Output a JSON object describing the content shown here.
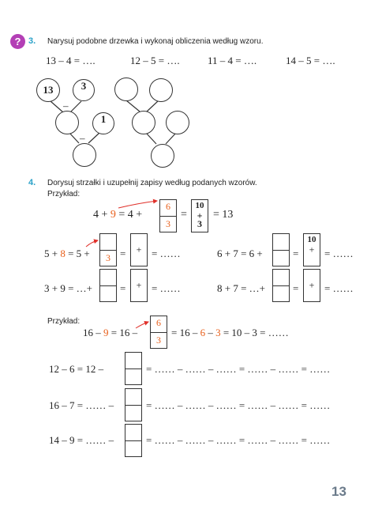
{
  "ex3": {
    "badge": "?",
    "number": "3.",
    "instruction": "Narysuj podobne drzewka i wykonaj obliczenia według wzoru.",
    "equations": [
      "13 – 4 = ….",
      "12 – 5 = ….",
      "11 – 4 = ….",
      "14 – 5 = …."
    ],
    "tree": {
      "top_left": "13",
      "top_right": "3",
      "side": "1",
      "minus1": "–",
      "minus2": "–"
    }
  },
  "ex4": {
    "number": "4.",
    "instruction": "Dorysuj strzałki i uzupełnij zapisy według podanych wzorów.",
    "example1_label": "Przykład:",
    "example1": {
      "left": "4 + ",
      "left_orange": "9",
      "eq": " = 4 + ",
      "box_top": "6",
      "box_bottom": "3",
      "eq2": "=",
      "box2_top": "10",
      "box2_mid": "+",
      "box2_bottom": "3",
      "result": "= 13"
    },
    "row1a": {
      "left": "5 + ",
      "orange": "8",
      "eq": " = 5 +",
      "box_bottom": "3",
      "eq2": "=",
      "plus": "+",
      "tail": "= ……"
    },
    "row1b": {
      "left": "6 + 7 = 6 +",
      "eq2": "=",
      "box_top": "10",
      "plus": "+",
      "tail": "= ……"
    },
    "row2a": {
      "left": "3 + 9 = …+",
      "eq2": "=",
      "plus": "+",
      "tail": "= ……"
    },
    "row2b": {
      "left": "8 + 7 = …+",
      "eq2": "=",
      "plus": "+",
      "tail": "= ……"
    },
    "example2_label": "Przykład:",
    "example2": {
      "left": "16 – ",
      "orange": "9",
      "eq": " = 16 –",
      "box_top": "6",
      "box_bottom": "3",
      "rest1": "= 16 – ",
      "o1": "6",
      "m": " – ",
      "o2": "3",
      "rest2": " = 10 – 3 = ……"
    },
    "row3": {
      "left": "12 – 6 =  12  –",
      "tail": "= …… – …… – …… = …… – …… = ……"
    },
    "row4": {
      "left": "16 – 7 = …… –",
      "tail": "= …… – …… – …… = …… – …… = ……"
    },
    "row5": {
      "left": "14 – 9 = …… –",
      "tail": "= …… – …… – …… = …… – …… = ……"
    }
  },
  "page_number": "13",
  "colors": {
    "badge": "#b33fb5",
    "number": "#2aa1c8",
    "orange": "#e8601c",
    "arrow": "#e0302a"
  }
}
